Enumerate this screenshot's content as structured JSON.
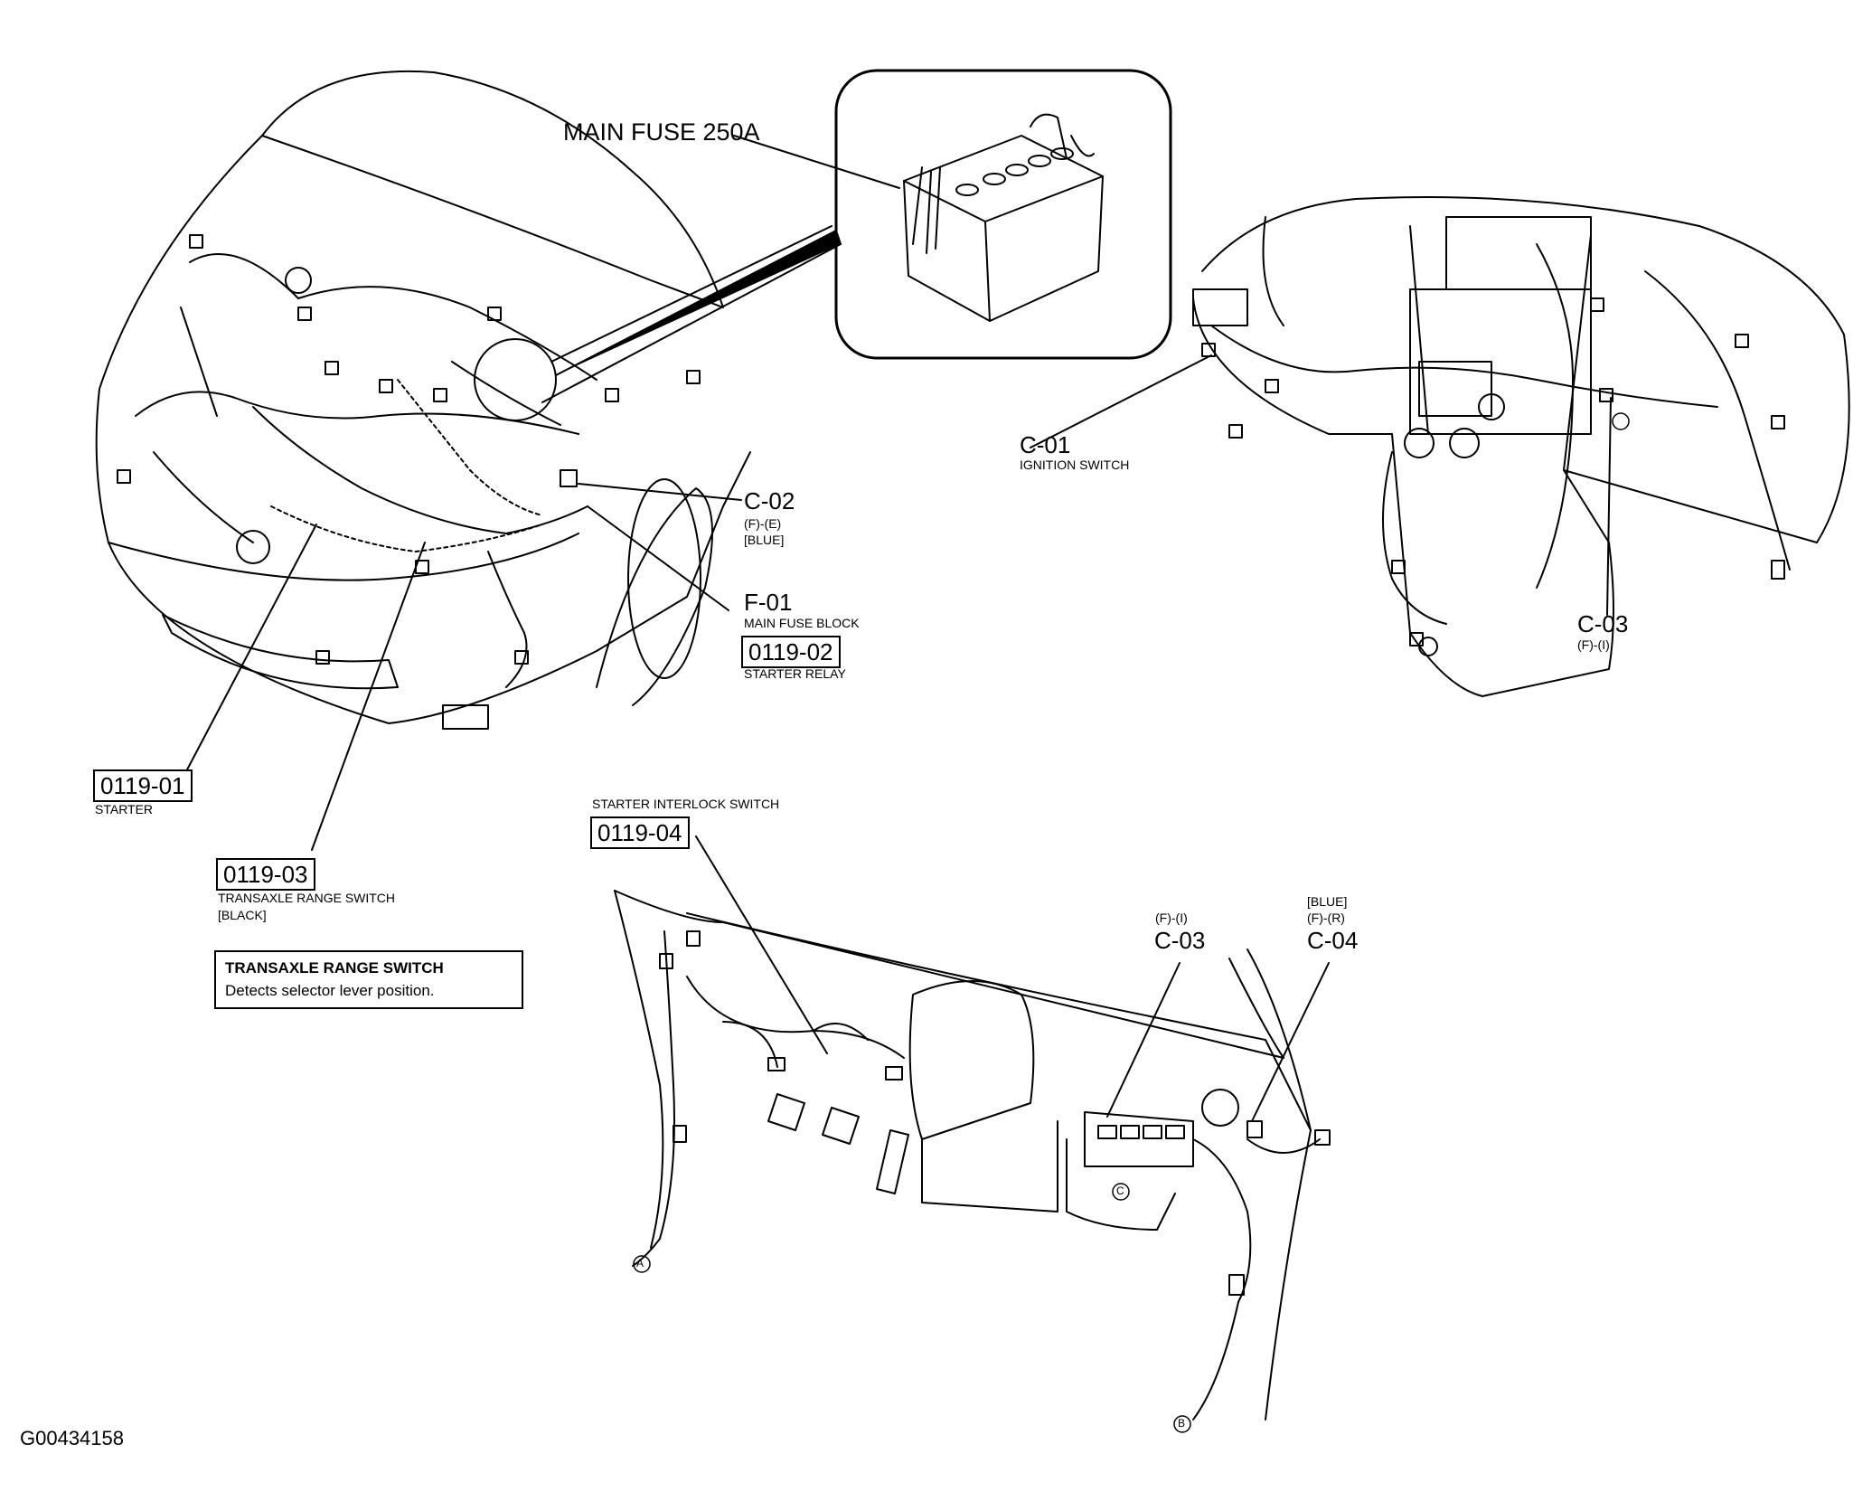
{
  "main_fuse": "MAIN FUSE 250A",
  "callouts": {
    "c02": {
      "code": "C-02",
      "sub1": "(F)-(E)",
      "sub2": "[BLUE]"
    },
    "f01": {
      "code": "F-01",
      "desc": "MAIN FUSE BLOCK"
    },
    "p0119_02": {
      "code": "0119-02",
      "desc": "STARTER RELAY"
    },
    "c01": {
      "code": "C-01",
      "desc": "IGNITION SWITCH"
    },
    "c03_top": {
      "code": "C-03",
      "sub": "(F)-(I)"
    },
    "p0119_01": {
      "code": "0119-01",
      "desc": "STARTER"
    },
    "p0119_03": {
      "code": "0119-03",
      "desc": "TRANSAXLE RANGE SWITCH",
      "sub": "[BLACK]"
    },
    "p0119_04": {
      "code": "0119-04",
      "desc": "STARTER INTERLOCK SWITCH"
    },
    "c03_bottom": {
      "code": "C-03",
      "sub": "(F)-(I)"
    },
    "c04": {
      "code": "C-04",
      "sub1": "[BLUE]",
      "sub2": "(F)-(R)"
    }
  },
  "note": {
    "title": "TRANSAXLE RANGE SWITCH",
    "body": "Detects selector lever position."
  },
  "markers": {
    "a": "A",
    "b": "B",
    "c": "C"
  },
  "figure_id": "G00434158"
}
